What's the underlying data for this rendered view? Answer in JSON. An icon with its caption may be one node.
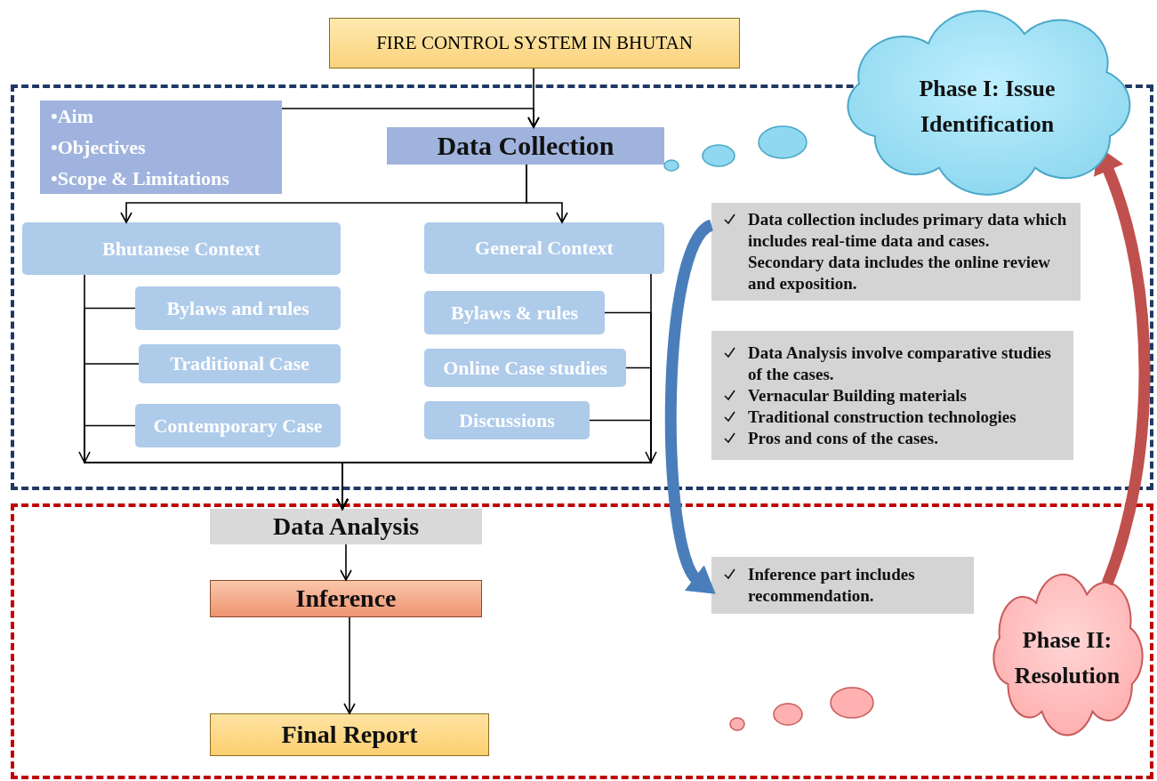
{
  "diagram": {
    "nodes": [
      {
        "text": [
          "FIRE CONTROL SYSTEM IN BHUTAN"
        ]
      },
      {
        "text": [],
        "shape": "box"
      },
      {
        "text": [
          "•Aim",
          "•Objectives",
          "•Scope & Limitations"
        ],
        "in": 1
      },
      {
        "text": [
          "Data Collection"
        ],
        "in": 1
      },
      {
        "text": [
          "Bhutanese Context"
        ],
        "in": 1
      },
      {
        "text": [
          "General Context"
        ],
        "in": 1
      },
      {
        "text": [
          "Bylaws and rules"
        ],
        "in": 1
      },
      {
        "text": [
          "Traditional Case"
        ],
        "in": 1
      },
      {
        "text": [
          "Contemporary Case"
        ],
        "in": 1
      },
      {
        "text": [
          "Bylaws & rules"
        ],
        "in": 1
      },
      {
        "text": [
          "Online Case studies"
        ],
        "in": 1
      },
      {
        "text": [
          "Discussions"
        ],
        "in": 1
      },
      {
        "text": [
          "Data collection includes primary data which includes real-time data and cases. Secondary data includes the online review and exposition."
        ],
        "in": 1
      },
      {
        "text": [
          "Data Analysis involve comparative studies of the cases.",
          "Vernacular Building materials",
          "Traditional construction technologies",
          "Pros and cons of the cases."
        ],
        "in": 1
      },
      {
        "text": [],
        "shape": "box"
      },
      {
        "text": [
          "Data Analysis"
        ],
        "in": 14
      },
      {
        "text": [
          "Inference"
        ],
        "in": 14
      },
      {
        "text": [
          "Final Report"
        ],
        "in": 14
      },
      {
        "text": [
          "Inference part includes recommendation."
        ],
        "in": 14
      },
      {
        "text": [
          "Phase I: Issue Identification"
        ]
      },
      {
        "text": [
          "Phase II: Resolution"
        ],
        "in": 14
      }
    ],
    "edges": [
      {
        "from": 0,
        "to": 3,
        "arrow": "to"
      },
      {
        "from": 2,
        "to": 3,
        "arrow": "to"
      },
      {
        "from": 3,
        "to": 4,
        "arrow": "to"
      },
      {
        "from": 3,
        "to": 5,
        "arrow": "to"
      },
      {
        "from": 4,
        "to": 15,
        "arrow": "to"
      },
      {
        "from": 5,
        "to": 15,
        "arrow": "to"
      },
      {
        "from": 6,
        "to": 15,
        "arrow": "to"
      },
      {
        "from": 7,
        "to": 15,
        "arrow": "to"
      },
      {
        "from": 8,
        "to": 15,
        "arrow": "to"
      },
      {
        "from": 9,
        "to": 15,
        "arrow": "to"
      },
      {
        "from": 10,
        "to": 15,
        "arrow": "to"
      },
      {
        "from": 11,
        "to": 15,
        "arrow": "to"
      },
      {
        "from": 15,
        "to": 16,
        "arrow": "to"
      },
      {
        "from": 16,
        "to": 17,
        "arrow": "to"
      },
      {
        "from": 12,
        "to": 18,
        "arrow": "to",
        "style": "thick",
        "color": "#4a7ebb"
      },
      {
        "from": 20,
        "to": 19,
        "arrow": "to",
        "style": "thick",
        "color": "#c0504d"
      }
    ]
  }
}
